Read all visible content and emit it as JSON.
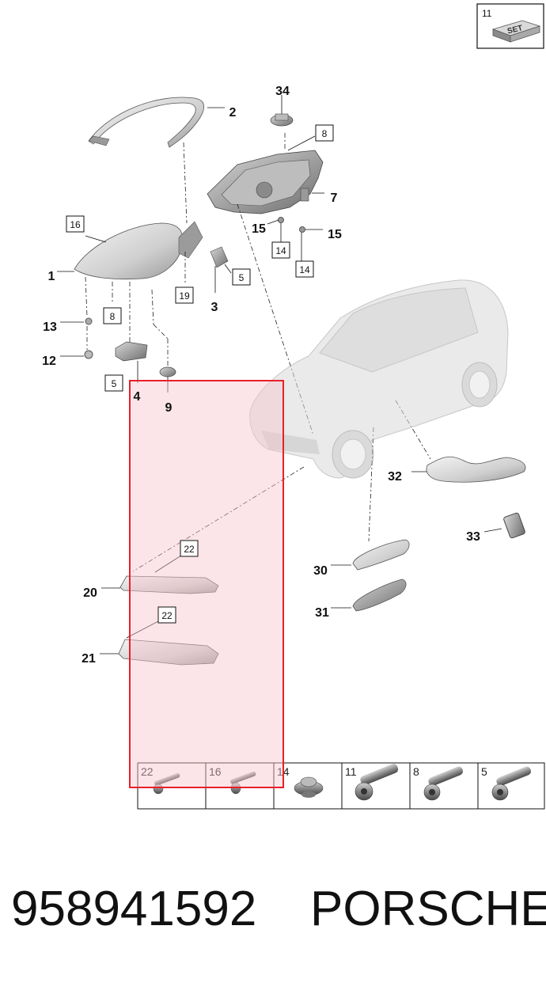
{
  "set_box": {
    "number": "11",
    "label": "SET"
  },
  "callouts": [
    "34",
    "2",
    "8",
    "7",
    "15",
    "15",
    "14",
    "14",
    "16",
    "1",
    "5",
    "3",
    "19",
    "8",
    "13",
    "12",
    "5",
    "4",
    "9",
    "32",
    "33",
    "22",
    "20",
    "22",
    "21",
    "30",
    "31"
  ],
  "fastener_table": {
    "numbers": [
      "22",
      "16",
      "14",
      "11",
      "8",
      "5"
    ]
  },
  "footer": {
    "part_number": "958941592",
    "brand": "PORSCHE"
  },
  "highlight": {
    "color": "#e8202a",
    "fill": "#f9c5cd"
  }
}
